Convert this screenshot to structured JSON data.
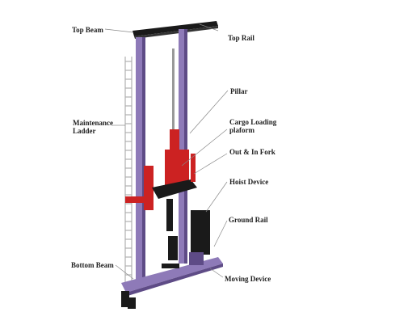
{
  "labels": {
    "top_beam": "Top Beam",
    "top_rail": "Top Rail",
    "pillar": "Pillar",
    "maintenance_ladder": "Maintenance\nLadder",
    "cargo_loading_platform": "Cargo Loading\nplaform",
    "out_in_fork": "Out & In Fork",
    "hoist_device": "Hoist Device",
    "ground_rail": "Ground Rail",
    "bottom_beam": "Bottom Beam",
    "moving_device": "Moving Device"
  },
  "colors": {
    "frame": "#8e7ab8",
    "frame_dark": "#5e4b86",
    "red": "#cc2222",
    "black": "#1a1a1a",
    "ladder": "#b0b0b0",
    "leader": "#888888"
  }
}
